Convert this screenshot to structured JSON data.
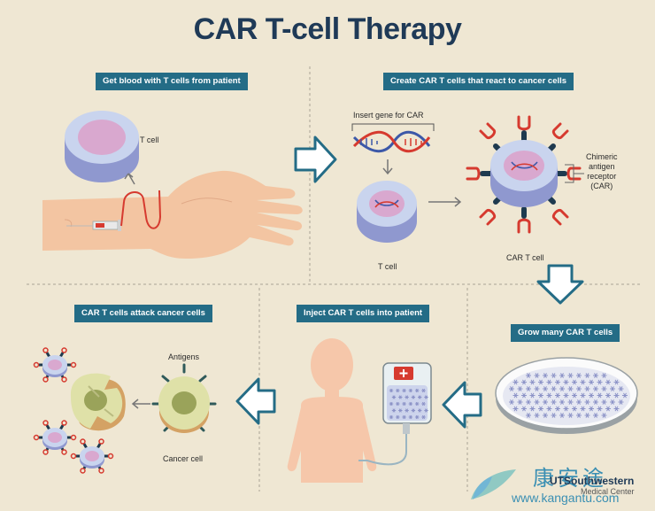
{
  "title": "CAR T-cell Therapy",
  "steps": {
    "s1": "Get blood with T cells from patient",
    "s2": "Create CAR T cells that react to cancer cells",
    "s3": "Grow many CAR T cells",
    "s4": "Inject CAR T cells into patient",
    "s5": "CAR T cells attack cancer cells"
  },
  "labels": {
    "t_cell_top": "T cell",
    "insert_gene": "Insert gene for CAR",
    "t_cell_mid": "T cell",
    "car_t_cell": "CAR T cell",
    "chimeric": [
      "Chimeric",
      "antigen",
      "receptor",
      "(CAR)"
    ],
    "antigens": "Antigens",
    "cancer_cell": "Cancer cell"
  },
  "brand": {
    "name_bold": "UTSouthwestern",
    "name_sub": "Medical Center",
    "watermark_cn": "康安途",
    "watermark_url": "www.kangantu.com"
  },
  "colors": {
    "background": "#efe7d3",
    "step_box": "#246c86",
    "title": "#1f3a57",
    "receptor_red": "#d63a2f",
    "receptor_dark": "#1e3a4f",
    "cell_body": "#c9d4ee",
    "nucleus": "#d9a8cf",
    "cancer": "#c9cf8a"
  }
}
